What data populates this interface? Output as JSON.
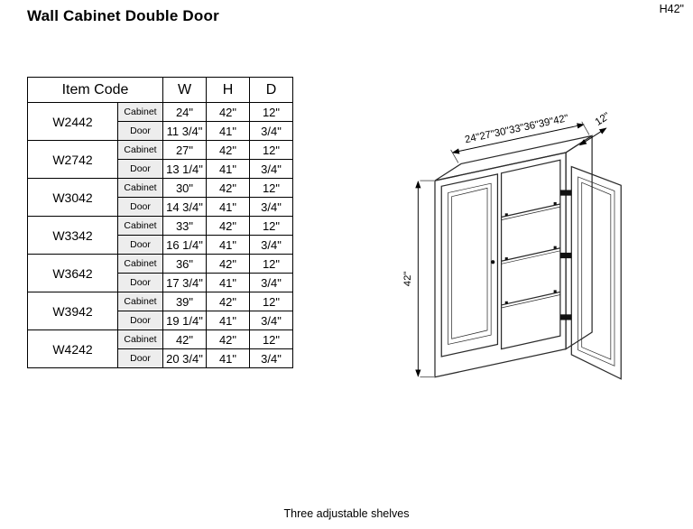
{
  "page": {
    "title": "Wall Cabinet Double Door",
    "corner_label": "H42\"",
    "footer_note": "Three adjustable shelves"
  },
  "table": {
    "headers": {
      "item_code": "Item Code",
      "w": "W",
      "h": "H",
      "d": "D"
    },
    "row_labels": {
      "cabinet": "Cabinet",
      "door": "Door"
    },
    "rows": [
      {
        "code": "W2442",
        "cabinet": {
          "w": "24\"",
          "h": "42\"",
          "d": "12\""
        },
        "door": {
          "w": "11 3/4\"",
          "h": "41\"",
          "d": "3/4\""
        }
      },
      {
        "code": "W2742",
        "cabinet": {
          "w": "27\"",
          "h": "42\"",
          "d": "12\""
        },
        "door": {
          "w": "13 1/4\"",
          "h": "41\"",
          "d": "3/4\""
        }
      },
      {
        "code": "W3042",
        "cabinet": {
          "w": "30\"",
          "h": "42\"",
          "d": "12\""
        },
        "door": {
          "w": "14 3/4\"",
          "h": "41\"",
          "d": "3/4\""
        }
      },
      {
        "code": "W3342",
        "cabinet": {
          "w": "33\"",
          "h": "42\"",
          "d": "12\""
        },
        "door": {
          "w": "16 1/4\"",
          "h": "41\"",
          "d": "3/4\""
        }
      },
      {
        "code": "W3642",
        "cabinet": {
          "w": "36\"",
          "h": "42\"",
          "d": "12\""
        },
        "door": {
          "w": "17 3/4\"",
          "h": "41\"",
          "d": "3/4\""
        }
      },
      {
        "code": "W3942",
        "cabinet": {
          "w": "39\"",
          "h": "42\"",
          "d": "12\""
        },
        "door": {
          "w": "19 1/4\"",
          "h": "41\"",
          "d": "3/4\""
        }
      },
      {
        "code": "W4242",
        "cabinet": {
          "w": "42\"",
          "h": "42\"",
          "d": "12\""
        },
        "door": {
          "w": "20 3/4\"",
          "h": "41\"",
          "d": "3/4\""
        }
      }
    ]
  },
  "diagram": {
    "width_labels": "24\"27\"30\"33\"36\"39\"42\"",
    "depth_label": "12\"",
    "height_label": "42\""
  }
}
